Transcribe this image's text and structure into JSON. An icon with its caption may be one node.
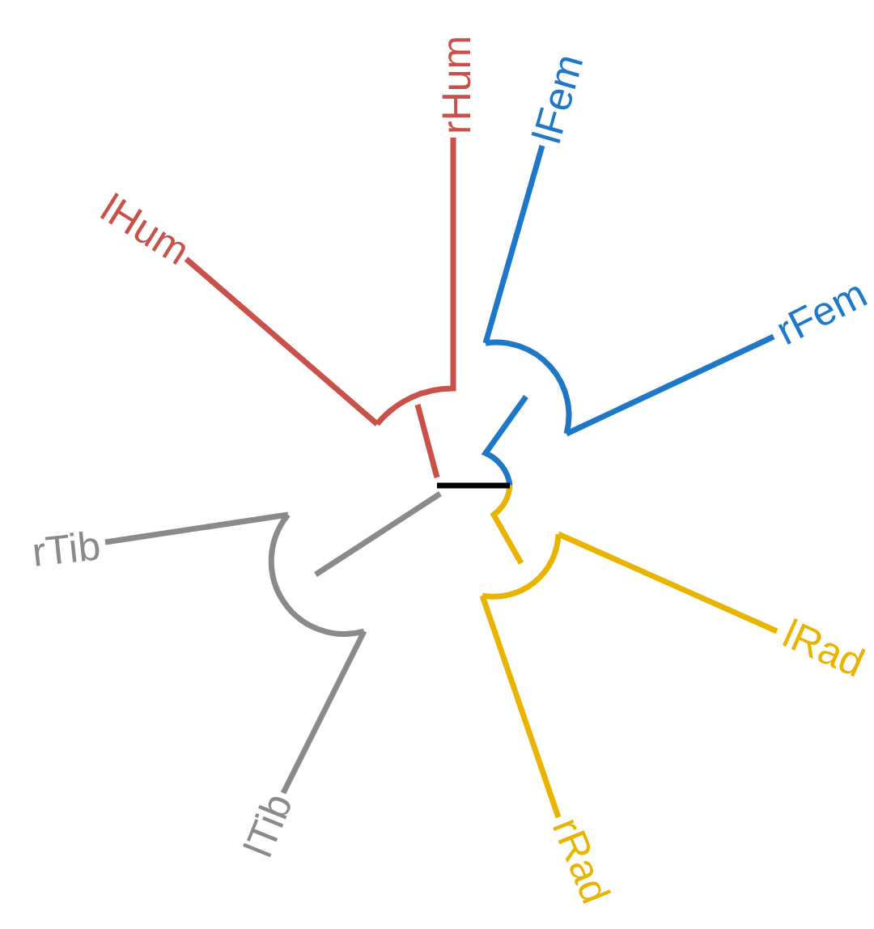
{
  "diagram": {
    "labels": [
      "rHum",
      "lFem",
      "lHum",
      "rFem",
      "rTib",
      "lRad",
      "lTib",
      "rRad"
    ]
  }
}
